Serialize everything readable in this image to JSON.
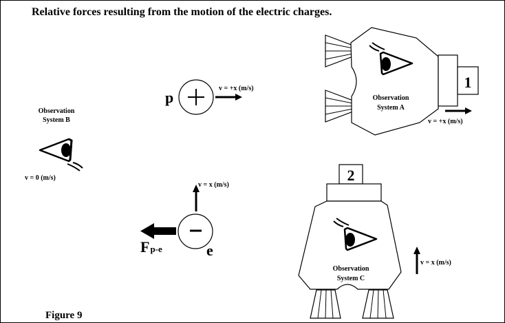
{
  "title": "Relative forces resulting from the motion of the electric charges.",
  "figure_label": "Figure 9",
  "proton": {
    "letter": "p",
    "sign": "+",
    "velocity": "v = +x (m/s)"
  },
  "electron": {
    "letter": "e",
    "sign": "–",
    "velocity": "v = x (m/s)",
    "force_main": "F",
    "force_sub": "p-e"
  },
  "observer_b": {
    "line1": "Observation",
    "line2": "System B",
    "velocity": "v = 0 (m/s)"
  },
  "system_a": {
    "line1": "Observation",
    "line2": "System A",
    "number": "1",
    "velocity": "v = +x (m/s)"
  },
  "system_c": {
    "line1": "Observation",
    "line2": "System C",
    "number": "2",
    "velocity": "v = x (m/s)"
  },
  "icons": [
    "eye-icon",
    "arrow-right-icon",
    "arrow-up-icon",
    "arrow-left-icon",
    "plus-sign",
    "minus-sign"
  ]
}
